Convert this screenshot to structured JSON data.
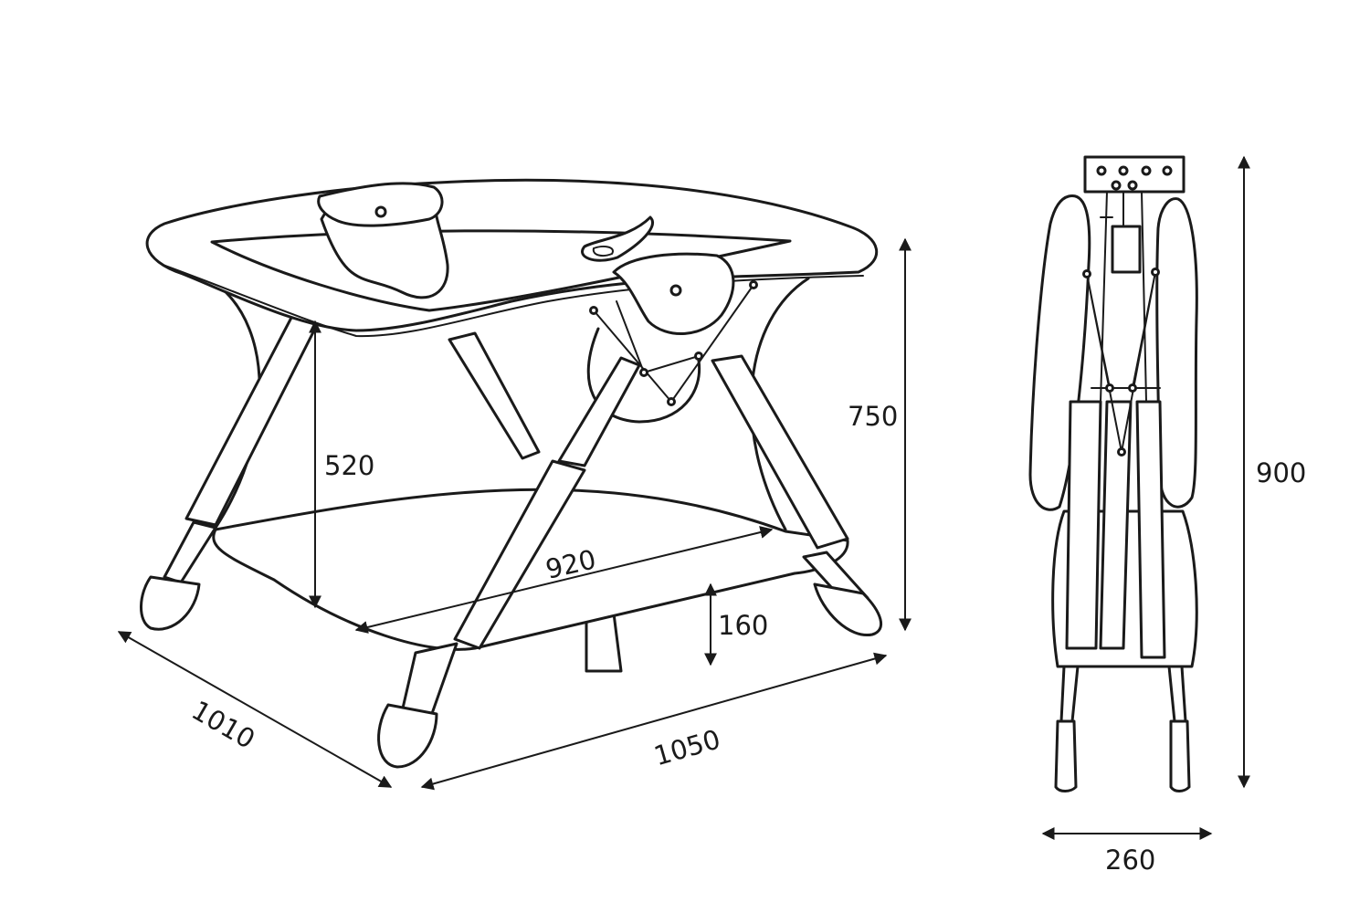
{
  "colors": {
    "line": "#1a1a1a",
    "background": "#ffffff"
  },
  "dimensions": {
    "open_depth": "1010",
    "open_width": "1050",
    "open_height": "750",
    "rail_height": "520",
    "inner_width": "920",
    "floor_clearance": "160",
    "folded_height": "900",
    "folded_width": "260"
  }
}
